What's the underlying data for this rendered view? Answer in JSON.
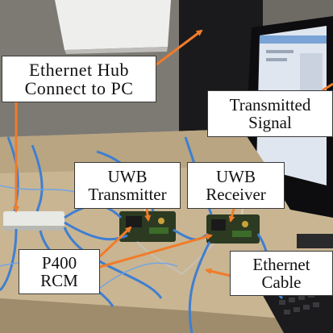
{
  "annotations": {
    "ethernet_hub": [
      "Ethernet Hub",
      "Connect to PC"
    ],
    "transmitted_signal": [
      "Transmitted",
      "Signal"
    ],
    "uwb_transmitter": [
      "UWB",
      "Transmitter"
    ],
    "uwb_receiver": [
      "UWB",
      "Receiver"
    ],
    "p400_rcm": [
      "P400",
      "RCM"
    ],
    "ethernet_cable": [
      "Ethernet",
      "Cable"
    ]
  },
  "colors": {
    "arrow": "#f07c2a",
    "label_background": "#ffffff",
    "cable": "#3f7fd0"
  }
}
